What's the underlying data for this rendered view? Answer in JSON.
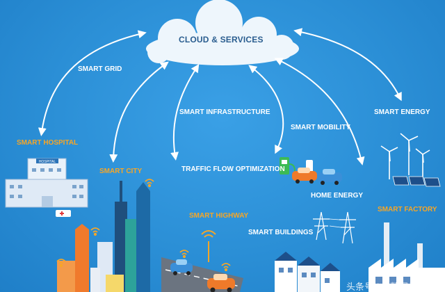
{
  "cloud": {
    "label": "CLOUD & SERVICES"
  },
  "labels": {
    "smart_grid": "SMART GRID",
    "smart_infrastructure": "SMART INFRASTRUCTURE",
    "smart_mobility": "SMART MOBILITY",
    "smart_energy": "SMART ENERGY",
    "smart_hospital": "SMART HOSPITAL",
    "smart_city": "SMART CITY",
    "traffic_flow": "TRAFFIC FLOW OPTIMIZATION",
    "home_energy": "HOME ENERGY",
    "smart_highway": "SMART HIGHWAY",
    "smart_factory": "SMART FACTORY",
    "smart_buildings": "SMART BUILDINGS"
  },
  "hospital_sign": "HOSPITAL",
  "watermark": "头条号 / 大数据前沿",
  "colors": {
    "background": "#2b8fd6",
    "label_white": "#ffffff",
    "label_orange": "#f7a626",
    "cloud": "#eef6fc",
    "cloud_text": "#2a5d8f",
    "car_orange": "#ef7a2a",
    "car_blue": "#3a8fd8",
    "charger_green": "#3cba54"
  }
}
